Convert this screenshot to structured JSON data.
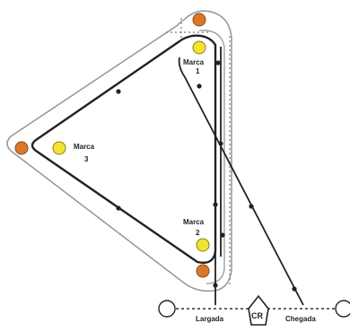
{
  "colors": {
    "buoy_orange": "#d9772b",
    "buoy_yellow": "#f2e330",
    "course_line": "#222222",
    "boundary_line": "#9a9a9a"
  },
  "marks": {
    "marca1": {
      "line1": "Marca",
      "line2": "1"
    },
    "marca2": {
      "line1": "Marca",
      "line2": "2"
    },
    "marca3": {
      "line1": "Marca",
      "line2": "3"
    }
  },
  "finish": {
    "start_label": "Largada",
    "finish_label": "Chegada",
    "cr_label": "CR"
  }
}
